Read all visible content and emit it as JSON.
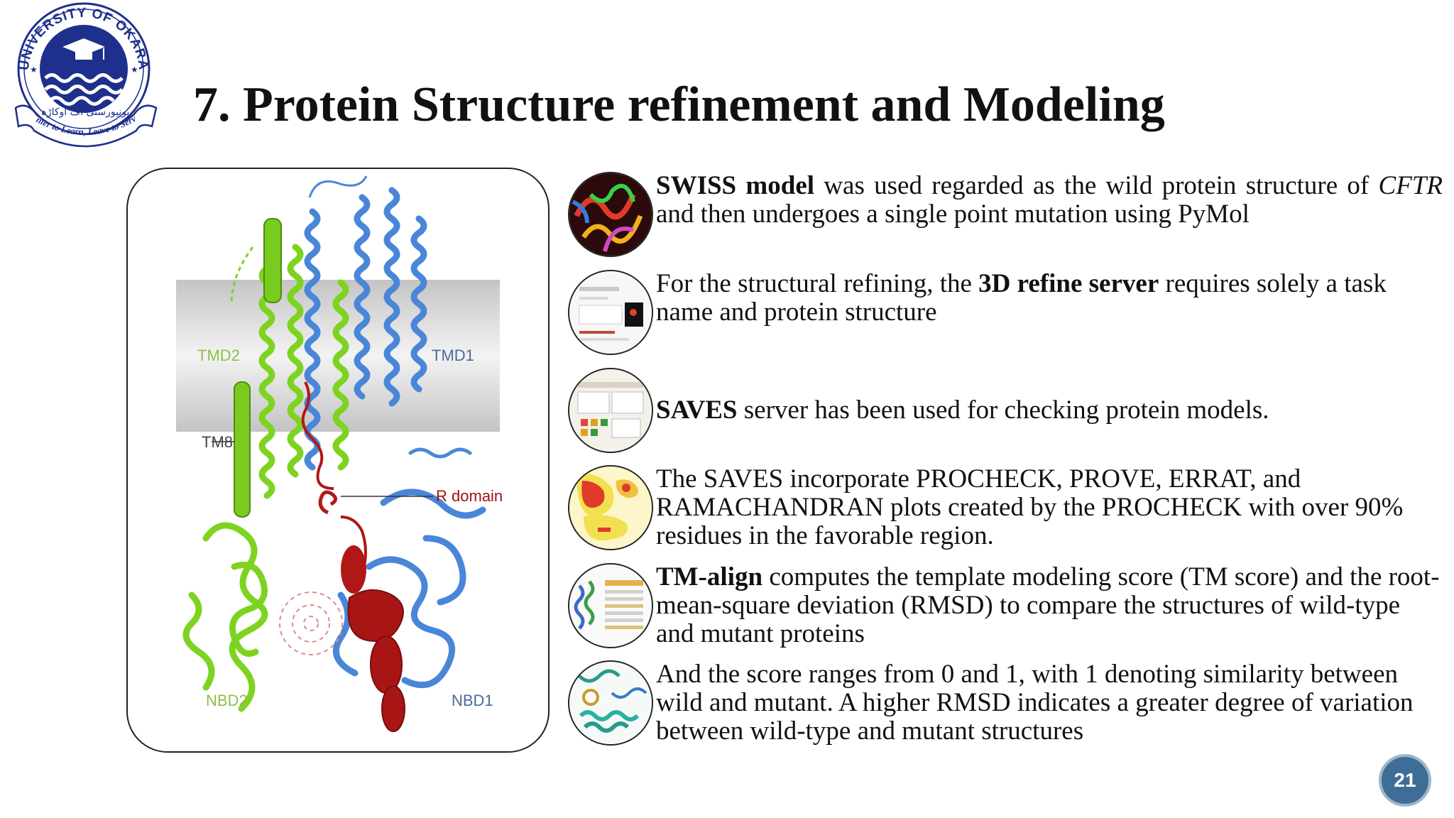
{
  "slide": {
    "title": "7. Protein Structure refinement and Modeling",
    "page_number": "21"
  },
  "logo": {
    "ring_text": "UNIVERSITY OF OKARA",
    "motto": "Enter to Learn, Leave to Serve",
    "urdu_text": "یونیورسٹی آف اوکاڑہ"
  },
  "figure": {
    "labels": {
      "tmd2": "TMD2",
      "tmd1": "TMD1",
      "tm8": "TM8",
      "r_domain": "R domain",
      "nbd2": "NBD2",
      "nbd1": "NBD1"
    }
  },
  "bullets": [
    {
      "id": "swiss",
      "thumb_icon": "protein-structure-icon",
      "parts": [
        {
          "bold": "SWISS model"
        },
        {
          "text": " was used regarded as the wild protein structure of "
        },
        {
          "italic": "CFTR"
        },
        {
          "text": " and then undergoes a single point mutation using PyMol"
        }
      ]
    },
    {
      "id": "refine",
      "thumb_icon": "web-server-icon",
      "parts": [
        {
          "text": "For the structural refining, the "
        },
        {
          "bold": "3D refine server"
        },
        {
          "text": " requires solely a task name and protein structure"
        }
      ]
    },
    {
      "id": "saves",
      "thumb_icon": "web-server-icon",
      "parts": [
        {
          "bold": "SAVES"
        },
        {
          "text": " server has been used for checking protein models."
        }
      ]
    },
    {
      "id": "procheck",
      "thumb_icon": "ramachandran-plot-icon",
      "parts": [
        {
          "text": "The SAVES incorporate PROCHECK, PROVE, ERRAT, and RAMACHANDRAN plots created by the PROCHECK with over 90% residues in the favorable region."
        }
      ]
    },
    {
      "id": "tmalign",
      "thumb_icon": "alignment-icon",
      "parts": [
        {
          "bold": "TM-align"
        },
        {
          "text": " computes the template modeling score (TM score) and the root-mean-square deviation (RMSD) to compare the structures of wild-type and mutant proteins"
        }
      ]
    },
    {
      "id": "score",
      "thumb_icon": "superposed-structures-icon",
      "parts": [
        {
          "text": "And the score ranges from 0 and 1, with 1 denoting similarity between wild and mutant. A higher RMSD indicates a greater degree of variation between wild-type and mutant structures"
        }
      ]
    }
  ],
  "colors": {
    "logo_blue": "#1f2f8c",
    "tmd2_green": "#7ed321",
    "tmd1_blue": "#4a86d8",
    "r_domain_red": "#b01818",
    "badge": "#3e6e96"
  }
}
